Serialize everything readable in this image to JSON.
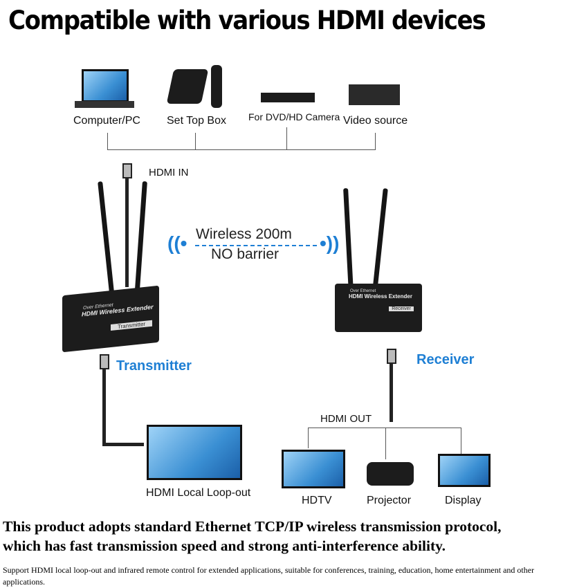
{
  "title": "Compatible with various HDMI devices",
  "sources": [
    "Computer/PC",
    "Set Top Box",
    "For DVD/HD Camera",
    "Video source"
  ],
  "hdmi_in": "HDMI IN",
  "wireless": {
    "line1": "Wireless 200m",
    "line2": "NO barrier"
  },
  "transmitter": {
    "label": "Transmitter",
    "top_text": "Over Ethernet",
    "model": "HDMI Wireless Extender",
    "badge": "Transmitter"
  },
  "receiver": {
    "label": "Receiver",
    "top_text": "Over Ethernet",
    "model": "HDMI Wireless Extender",
    "badge": "Receiver"
  },
  "hdmi_out": "HDMI OUT",
  "loop_out": "HDMI Local Loop-out",
  "outputs": [
    "HDTV",
    "Projector",
    "Display"
  ],
  "headline_line1": "This product adopts standard Ethernet TCP/IP wireless transmission protocol,",
  "headline_line2": "which has fast transmission speed and strong anti-interference ability.",
  "description": "Support HDMI local loop-out and infrared remote control for extended applications, suitable for conferences, training, education, home entertainment and other applications.",
  "colors": {
    "accent": "#1e7fd4"
  }
}
